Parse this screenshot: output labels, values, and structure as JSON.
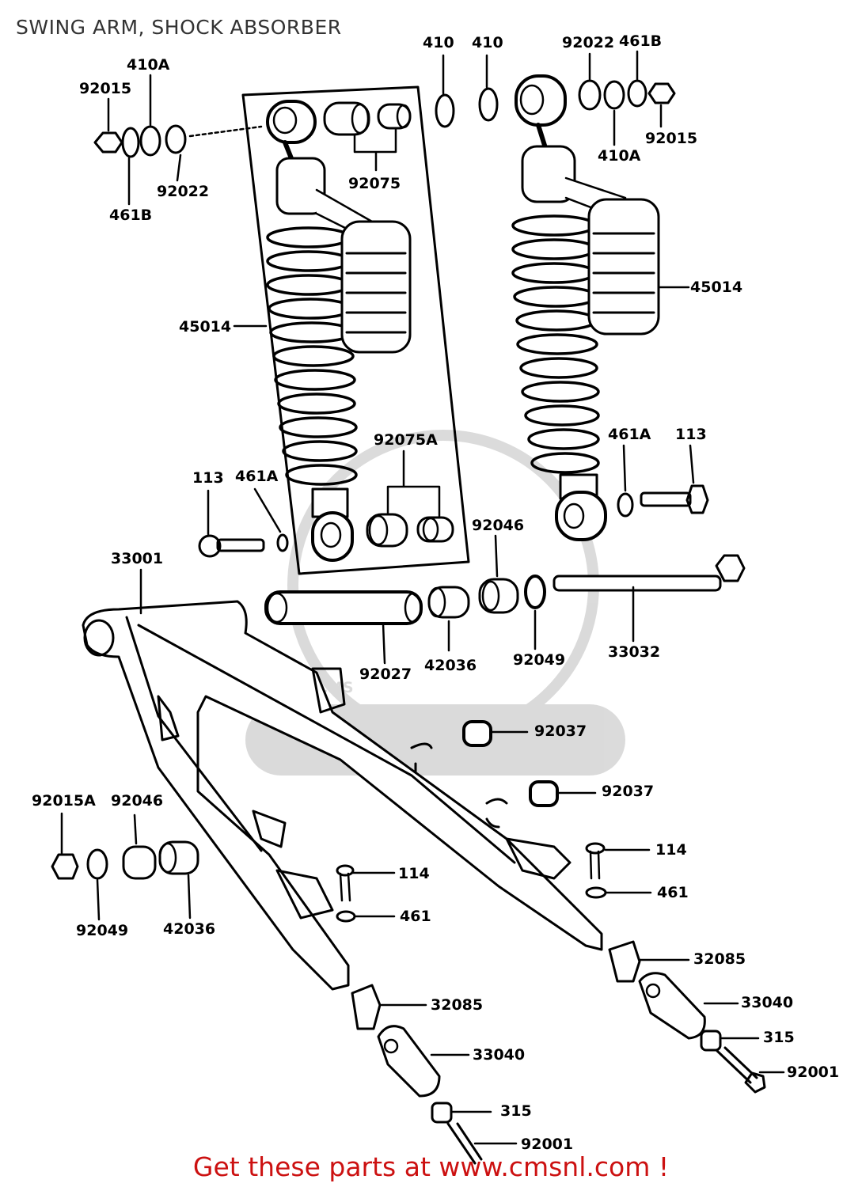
{
  "page": {
    "title": "SWING ARM, SHOCK ABSORBER",
    "footer": "Get these parts at www.cmsnl.com !"
  },
  "watermark": {
    "logo": "CMS",
    "url": "www.cmsnl.com"
  },
  "parts": [
    {
      "id": "p0",
      "label": "410"
    },
    {
      "id": "p1",
      "label": "410"
    },
    {
      "id": "p2",
      "label": "92022"
    },
    {
      "id": "p3",
      "label": "461B"
    },
    {
      "id": "p4",
      "label": "410A"
    },
    {
      "id": "p5",
      "label": "92015"
    },
    {
      "id": "p6",
      "label": "92015"
    },
    {
      "id": "p7",
      "label": "410A"
    },
    {
      "id": "p8",
      "label": "92022"
    },
    {
      "id": "p9",
      "label": "461B"
    },
    {
      "id": "p10",
      "label": "92075"
    },
    {
      "id": "p11",
      "label": "45014"
    },
    {
      "id": "p12",
      "label": "45014"
    },
    {
      "id": "p13",
      "label": "92075A"
    },
    {
      "id": "p14",
      "label": "461A"
    },
    {
      "id": "p15",
      "label": "113"
    },
    {
      "id": "p16",
      "label": "113"
    },
    {
      "id": "p17",
      "label": "461A"
    },
    {
      "id": "p18",
      "label": "33001"
    },
    {
      "id": "p19",
      "label": "92046"
    },
    {
      "id": "p20",
      "label": "92027"
    },
    {
      "id": "p21",
      "label": "42036"
    },
    {
      "id": "p22",
      "label": "92049"
    },
    {
      "id": "p23",
      "label": "33032"
    },
    {
      "id": "p24",
      "label": "92037"
    },
    {
      "id": "p25",
      "label": "92037"
    },
    {
      "id": "p26",
      "label": "92015A"
    },
    {
      "id": "p27",
      "label": "92046"
    },
    {
      "id": "p28",
      "label": "92049"
    },
    {
      "id": "p29",
      "label": "42036"
    },
    {
      "id": "p30",
      "label": "114"
    },
    {
      "id": "p31",
      "label": "461"
    },
    {
      "id": "p32",
      "label": "114"
    },
    {
      "id": "p33",
      "label": "461"
    },
    {
      "id": "p34",
      "label": "32085"
    },
    {
      "id": "p35",
      "label": "33040"
    },
    {
      "id": "p36",
      "label": "315"
    },
    {
      "id": "p37",
      "label": "92001"
    },
    {
      "id": "p38",
      "label": "32085"
    },
    {
      "id": "p39",
      "label": "33040"
    },
    {
      "id": "p40",
      "label": "315"
    },
    {
      "id": "p41",
      "label": "92001"
    }
  ]
}
